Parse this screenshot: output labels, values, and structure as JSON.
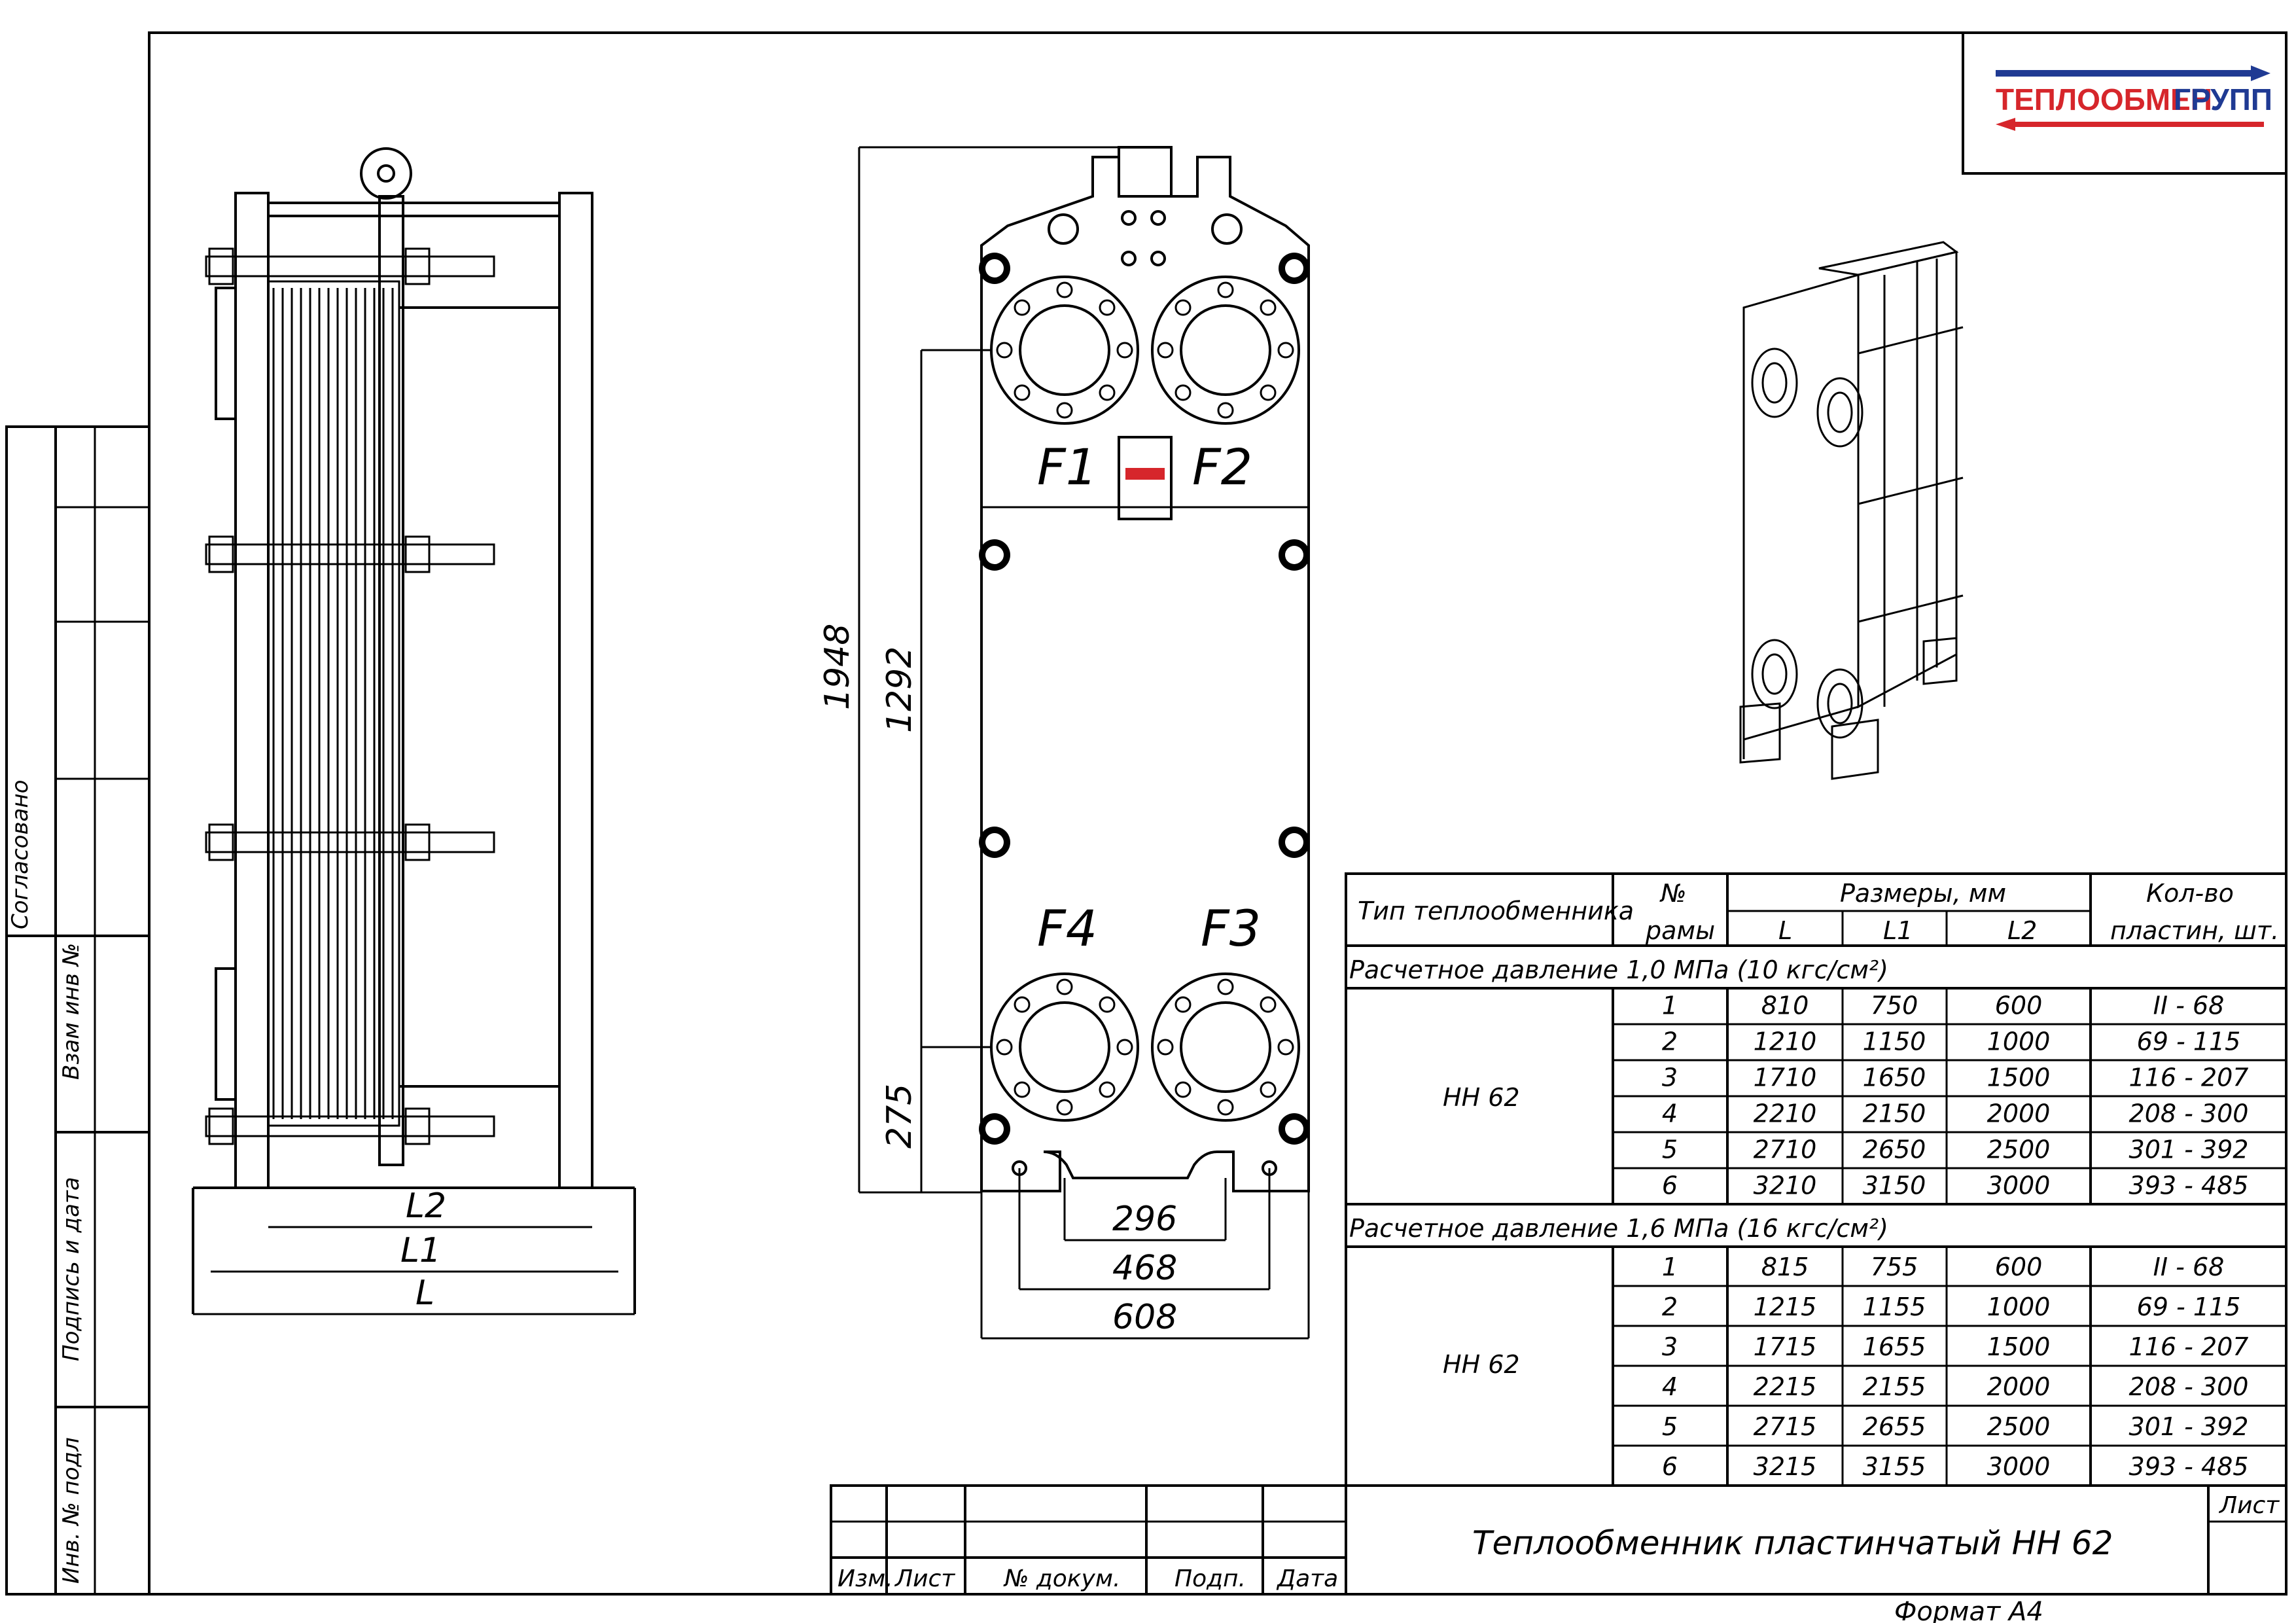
{
  "logo": {
    "text_left": "ТЕПЛООБМЕН",
    "text_right": "ГРУПП",
    "color_red": "#d6262b",
    "color_blue": "#1f3a93"
  },
  "margin": {
    "agreed": "Согласовано",
    "replace_inv": "Взам инв №",
    "sign_date": "Подпись и дата",
    "inv_orig": "Инв. № подл"
  },
  "side_view": {
    "dim_l2": "L2",
    "dim_l1": "L1",
    "dim_l": "L"
  },
  "front_view": {
    "dim_height": "1948",
    "dim_pitch": "1292",
    "dim_bottom": "275",
    "dim_296": "296",
    "dim_468": "468",
    "dim_608": "608",
    "ports": [
      "F1",
      "F2",
      "F4",
      "F3"
    ]
  },
  "table": {
    "head": {
      "type": "Тип теплообменника",
      "frame_no": "№",
      "frame": "рамы",
      "sizes": "Размеры, мм",
      "l": "L",
      "l1": "L1",
      "l2": "L2",
      "count": "Кол-во",
      "count_unit": "пластин, шт."
    },
    "sections": [
      {
        "title": "Расчетное давление 1,0 МПа (10 кгс/см²)",
        "model": "НН 62",
        "rows": [
          [
            "1",
            "810",
            "750",
            "600",
            "II - 68"
          ],
          [
            "2",
            "1210",
            "1150",
            "1000",
            "69 - 115"
          ],
          [
            "3",
            "1710",
            "1650",
            "1500",
            "116 - 207"
          ],
          [
            "4",
            "2210",
            "2150",
            "2000",
            "208 - 300"
          ],
          [
            "5",
            "2710",
            "2650",
            "2500",
            "301 - 392"
          ],
          [
            "6",
            "3210",
            "3150",
            "3000",
            "393 - 485"
          ]
        ]
      },
      {
        "title": "Расчетное давление 1,6 МПа (16 кгс/см²)",
        "model": "НН 62",
        "rows": [
          [
            "1",
            "815",
            "755",
            "600",
            "II - 68"
          ],
          [
            "2",
            "1215",
            "1155",
            "1000",
            "69 - 115"
          ],
          [
            "3",
            "1715",
            "1655",
            "1500",
            "116 - 207"
          ],
          [
            "4",
            "2215",
            "2155",
            "2000",
            "208 - 300"
          ],
          [
            "5",
            "2715",
            "2655",
            "2500",
            "301 - 392"
          ],
          [
            "6",
            "3215",
            "3155",
            "3000",
            "393 - 485"
          ]
        ]
      }
    ]
  },
  "title_block": {
    "izm": "Изм.",
    "list": "Лист",
    "doc": "№ докум.",
    "sign": "Подп.",
    "date": "Дата",
    "title": "Теплообменник пластинчатый НН 62",
    "sheet": "Лист"
  },
  "format": "Формат А4"
}
